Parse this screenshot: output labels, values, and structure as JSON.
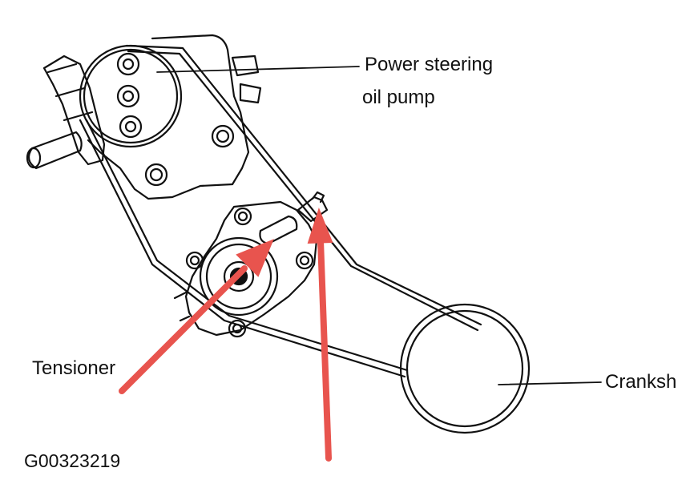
{
  "labels": {
    "power_steering_line1": "Power steering",
    "power_steering_line2": "oil pump",
    "tensioner": "Tensioner",
    "crankshaft": "Cranksh",
    "figure_code": "G00323219"
  },
  "colors": {
    "line": "#111111",
    "arrow": "#e8544e",
    "background": "#ffffff"
  }
}
